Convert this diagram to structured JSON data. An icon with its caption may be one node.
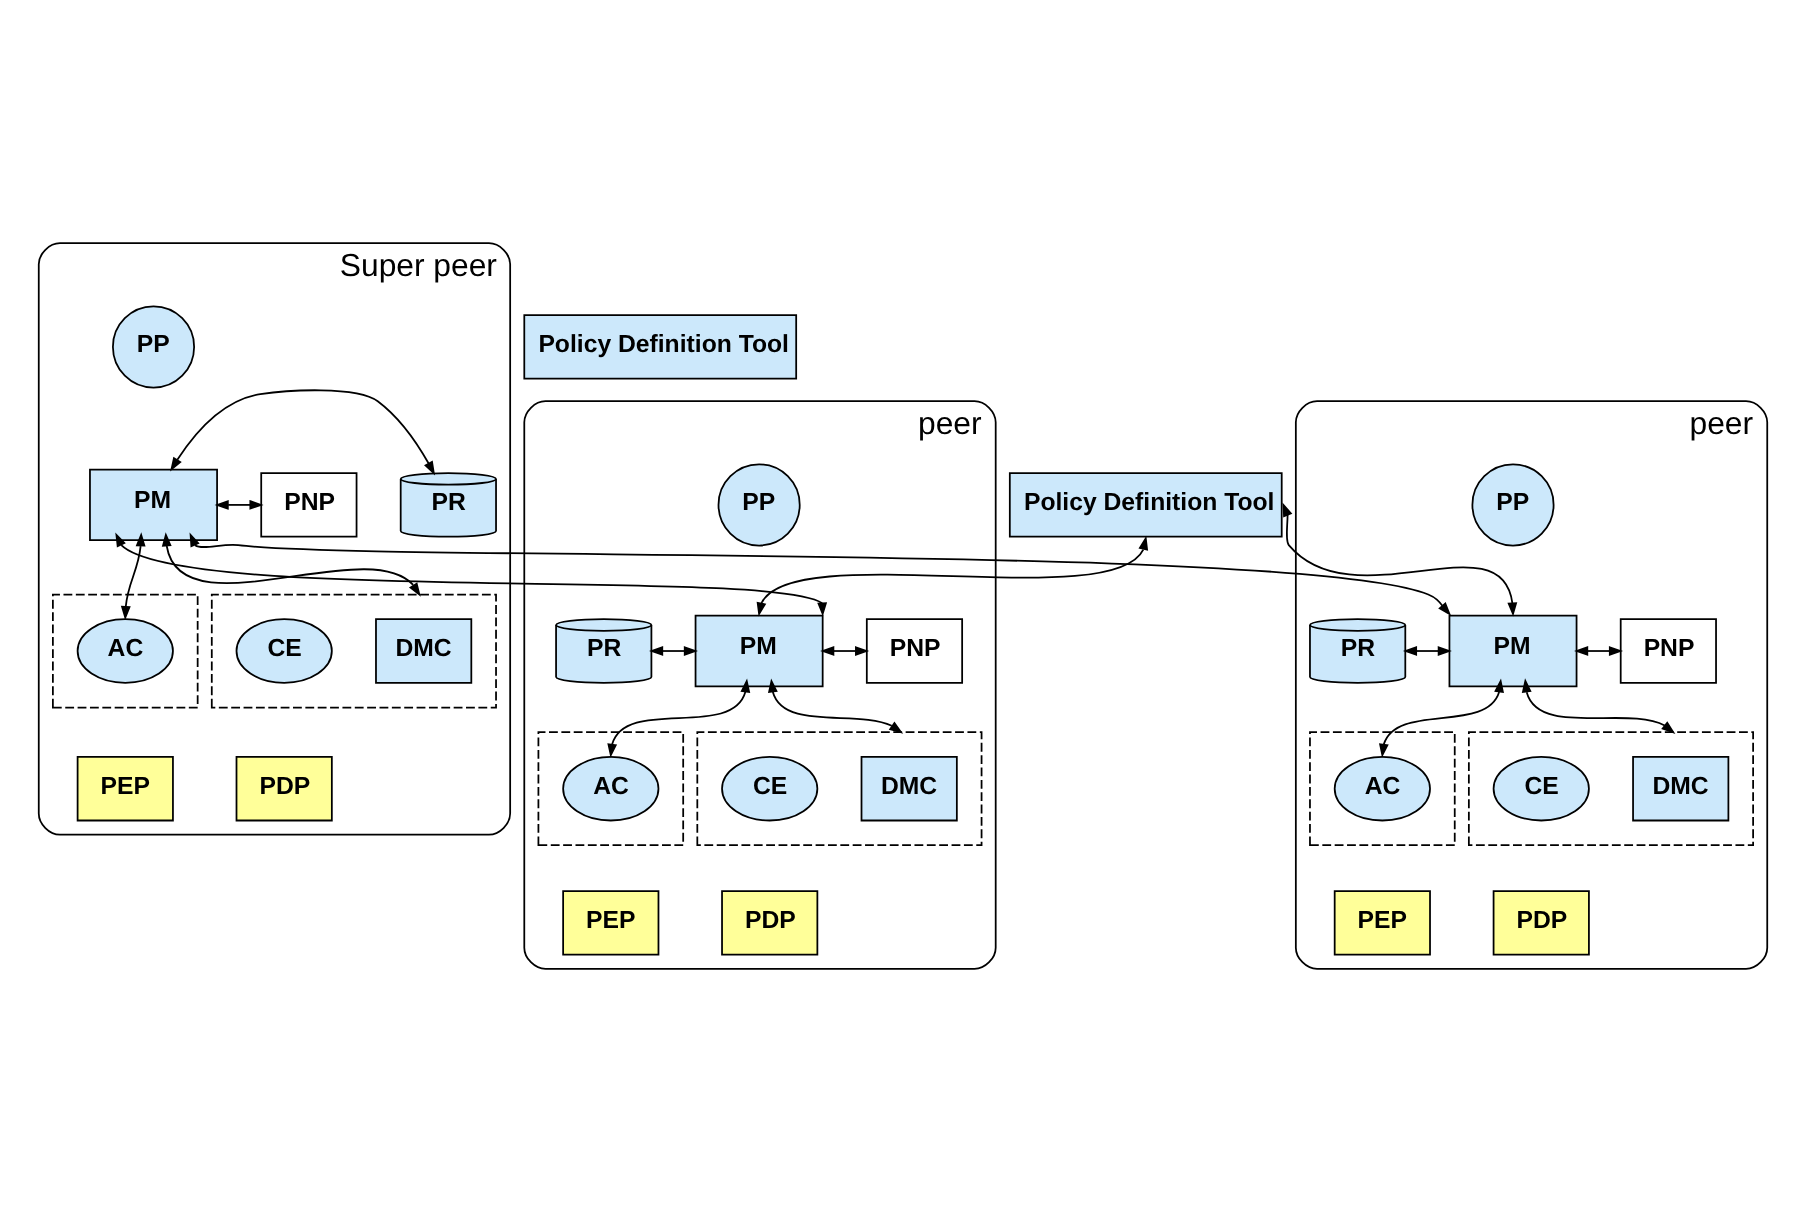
{
  "diagram": {
    "nodes": [
      {
        "text": [
          "Policy Definition Tool"
        ]
      },
      {
        "text": [
          "Super peer"
        ]
      },
      {
        "text": [
          "PP"
        ],
        "in": 1
      },
      {
        "text": [
          "PR"
        ],
        "in": 1
      },
      {
        "text": [
          "PM"
        ],
        "in": 1
      },
      {
        "text": [
          "PNP"
        ],
        "in": 1
      },
      {
        "text": [],
        "shape": "box",
        "in": 1
      },
      {
        "text": [
          "AC"
        ],
        "in": 6
      },
      {
        "text": [],
        "shape": "box",
        "in": 1
      },
      {
        "text": [
          "DMC"
        ],
        "in": 8
      },
      {
        "text": [
          "CE"
        ],
        "in": 8
      },
      {
        "text": [
          "PEP"
        ],
        "in": 1
      },
      {
        "text": [
          "PDP"
        ],
        "in": 1
      },
      {
        "text": [
          "Policy Definition Tool"
        ]
      },
      {
        "text": [
          "peer"
        ]
      },
      {
        "text": [
          "PP"
        ],
        "in": 14
      },
      {
        "text": [
          "PR"
        ],
        "in": 14
      },
      {
        "text": [
          "PM"
        ],
        "in": 14
      },
      {
        "text": [
          "PNP"
        ],
        "in": 14
      },
      {
        "text": [],
        "shape": "box",
        "in": 14
      },
      {
        "text": [
          "AC"
        ],
        "in": 19
      },
      {
        "text": [],
        "shape": "box",
        "in": 14
      },
      {
        "text": [
          "DMC"
        ],
        "in": 21
      },
      {
        "text": [
          "CE"
        ],
        "in": 21
      },
      {
        "text": [
          "PEP"
        ],
        "in": 14
      },
      {
        "text": [
          "PDP"
        ],
        "in": 14
      },
      {
        "text": [
          "peer"
        ]
      },
      {
        "text": [
          "PP"
        ],
        "in": 26
      },
      {
        "text": [
          "PR"
        ],
        "in": 26
      },
      {
        "text": [
          "PM"
        ],
        "in": 26
      },
      {
        "text": [
          "PNP"
        ],
        "in": 26
      },
      {
        "text": [],
        "shape": "box",
        "in": 26
      },
      {
        "text": [
          "AC"
        ],
        "in": 31
      },
      {
        "text": [],
        "shape": "box",
        "in": 26
      },
      {
        "text": [
          "DMC"
        ],
        "in": 33
      },
      {
        "text": [
          "CE"
        ],
        "in": 33
      },
      {
        "text": [
          "PEP"
        ],
        "in": 26
      },
      {
        "text": [
          "PDP"
        ],
        "in": 26
      }
    ],
    "edges": [
      {
        "from": 3,
        "to": 4,
        "arrow": "both"
      },
      {
        "from": 4,
        "to": 5,
        "arrow": "both"
      },
      {
        "from": 4,
        "to": 7,
        "arrow": "both"
      },
      {
        "from": 4,
        "to": 8,
        "arrow": "both"
      },
      {
        "from": 4,
        "to": 17,
        "arrow": "both"
      },
      {
        "from": 4,
        "to": 29,
        "arrow": "both"
      },
      {
        "from": 13,
        "to": 17,
        "arrow": "both"
      },
      {
        "from": 13,
        "to": 29,
        "arrow": "both"
      },
      {
        "from": 16,
        "to": 17,
        "arrow": "both"
      },
      {
        "from": 17,
        "to": 18,
        "arrow": "both"
      },
      {
        "from": 17,
        "to": 20,
        "arrow": "both"
      },
      {
        "from": 17,
        "to": 21,
        "arrow": "both"
      },
      {
        "from": 28,
        "to": 29,
        "arrow": "both"
      },
      {
        "from": 29,
        "to": 30,
        "arrow": "both"
      },
      {
        "from": 29,
        "to": 32,
        "arrow": "both"
      },
      {
        "from": 29,
        "to": 33,
        "arrow": "both"
      }
    ]
  }
}
